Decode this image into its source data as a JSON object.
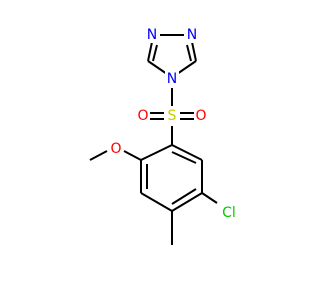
{
  "molecule": {
    "atoms": {
      "n_top_left": "N",
      "n_top_right": "N",
      "n_ring": "N",
      "sulfur": "S",
      "oxygen_left": "O",
      "oxygen_right": "O",
      "oxygen_methoxy": "O",
      "chlorine": "Cl"
    },
    "colors": {
      "bond": "#000000",
      "nitrogen": "#0000FF",
      "oxygen": "#FF0000",
      "sulfur": "#CCCC00",
      "chlorine": "#00CC00"
    }
  }
}
